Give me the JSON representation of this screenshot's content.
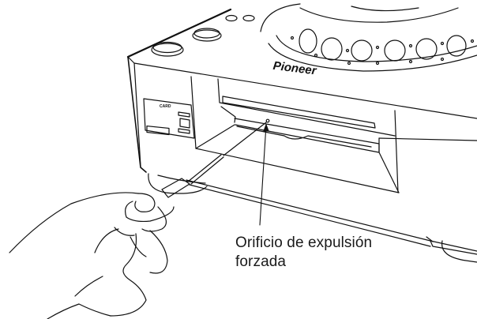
{
  "diagram": {
    "subject": "Pioneer CD player front panel forced-eject",
    "brand_logo": "Pioneer",
    "card_slot_label": "CARD",
    "callout": {
      "line1": "Orificio de expulsión",
      "line2": "forzada"
    },
    "colors": {
      "line": "#111111",
      "background": "#ffffff"
    }
  }
}
